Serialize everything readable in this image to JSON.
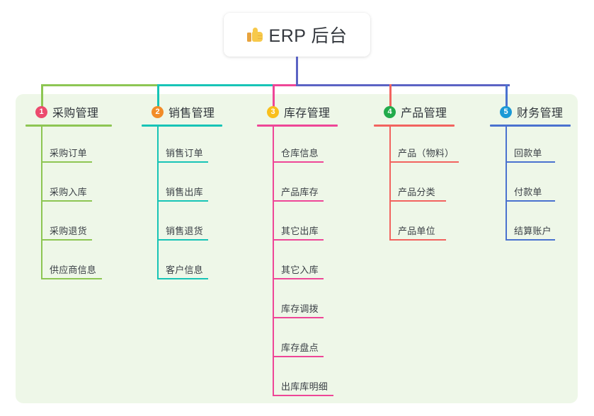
{
  "root": {
    "icon": "thumbs-up-icon",
    "emoji": "👍",
    "title": "ERP 后台"
  },
  "panel": {
    "background_color": "#eef7e8"
  },
  "stem_color": "#5b63c4",
  "columns": [
    {
      "number": "1",
      "title": "采购管理",
      "color": "#8dc653",
      "badge_color": "#ec4b6e",
      "rule_width": 122,
      "spine_height": 230,
      "items": [
        {
          "label": "采购订单",
          "rule_width": 72
        },
        {
          "label": "采购入库",
          "rule_width": 72
        },
        {
          "label": "采购退货",
          "rule_width": 72
        },
        {
          "label": "供应商信息",
          "rule_width": 86
        }
      ]
    },
    {
      "number": "2",
      "title": "销售管理",
      "color": "#17c4b6",
      "badge_color": "#f28c28",
      "rule_width": 114,
      "spine_height": 230,
      "items": [
        {
          "label": "销售订单",
          "rule_width": 72
        },
        {
          "label": "销售出库",
          "rule_width": 72
        },
        {
          "label": "销售退货",
          "rule_width": 72
        },
        {
          "label": "客户信息",
          "rule_width": 72
        }
      ]
    },
    {
      "number": "3",
      "title": "库存管理",
      "color": "#ee4697",
      "badge_color": "#f9bf1c",
      "rule_width": 114,
      "spine_height": 395,
      "items": [
        {
          "label": "仓库信息",
          "rule_width": 72
        },
        {
          "label": "产品库存",
          "rule_width": 72
        },
        {
          "label": "其它出库",
          "rule_width": 72
        },
        {
          "label": "其它入库",
          "rule_width": 72
        },
        {
          "label": "库存调拨",
          "rule_width": 72
        },
        {
          "label": "库存盘点",
          "rule_width": 72
        },
        {
          "label": "出库库明细",
          "rule_width": 86
        }
      ]
    },
    {
      "number": "4",
      "title": "产品管理",
      "color": "#f2635f",
      "badge_color": "#22ab4b",
      "rule_width": 114,
      "spine_height": 175,
      "items": [
        {
          "label": "产品（物料）",
          "rule_width": 98
        },
        {
          "label": "产品分类",
          "rule_width": 80
        },
        {
          "label": "产品单位",
          "rule_width": 80
        }
      ]
    },
    {
      "number": "5",
      "title": "财务管理",
      "color": "#4a72cf",
      "badge_color": "#1b9ad6",
      "rule_width": 114,
      "spine_height": 175,
      "items": [
        {
          "label": "回款单",
          "rule_width": 70
        },
        {
          "label": "付款单",
          "rule_width": 70
        },
        {
          "label": "结算账户",
          "rule_width": 70
        }
      ]
    }
  ]
}
